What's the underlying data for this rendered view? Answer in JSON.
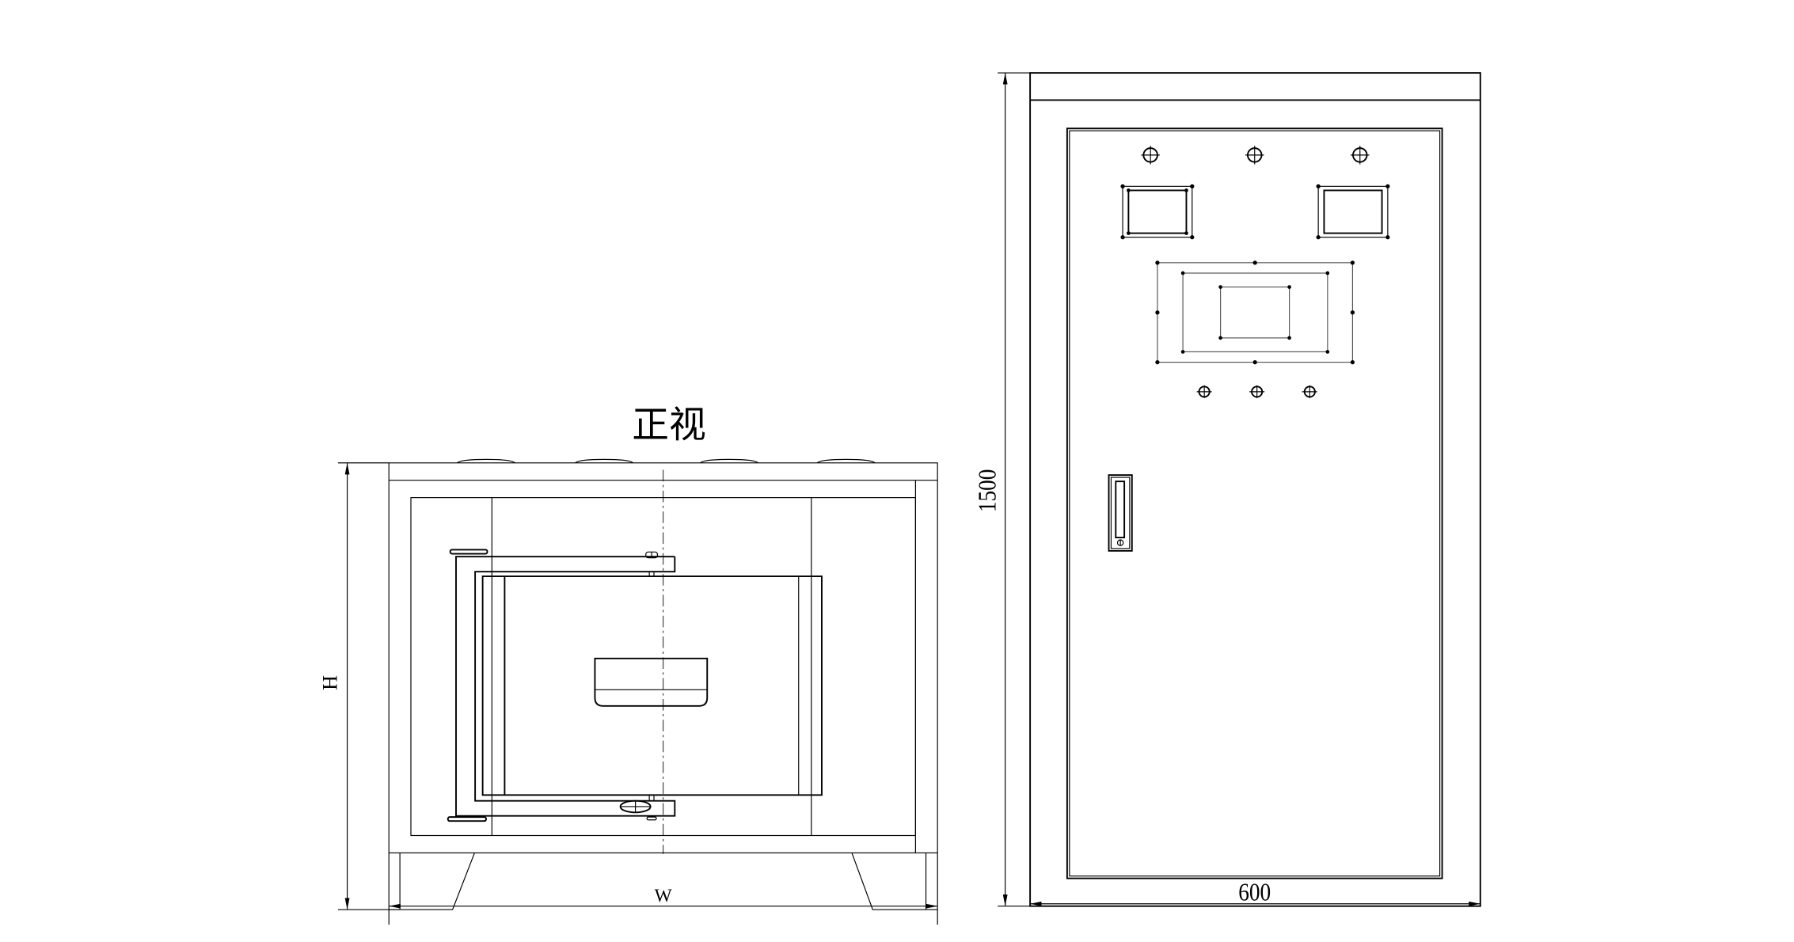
{
  "front_view": {
    "title": "正视",
    "height_label": "H",
    "width_label": "W"
  },
  "cabinet_view": {
    "height_dimension": "1500",
    "width_dimension": "600"
  },
  "colors": {
    "line": "#000000",
    "background": "#ffffff"
  }
}
